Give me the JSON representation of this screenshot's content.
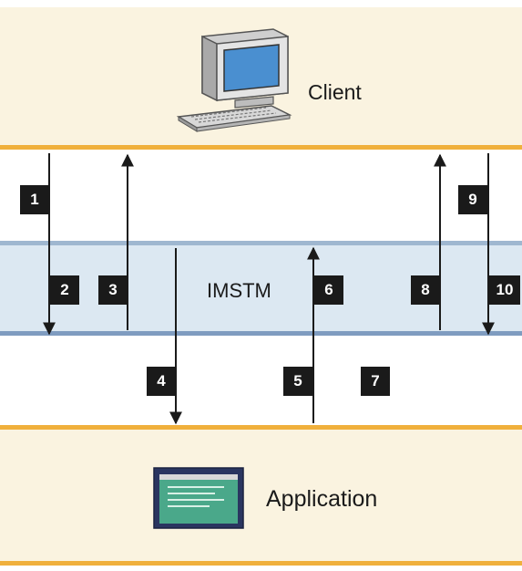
{
  "labels": {
    "client": "Client",
    "ims": "IMSTM",
    "application": "Application"
  },
  "steps": [
    "1",
    "2",
    "3",
    "4",
    "5",
    "6",
    "7",
    "8",
    "9",
    "10"
  ],
  "colors": {
    "band_fill": "#faf3e0",
    "orange_rule": "#f0b03c",
    "ims_fill": "#dce8f2",
    "ims_rule": "#7f9cc0",
    "arrow": "#1a1a1a",
    "badge": "#1a1a1a"
  },
  "icons": {
    "client": "desktop-computer-icon",
    "application": "application-window-icon"
  }
}
